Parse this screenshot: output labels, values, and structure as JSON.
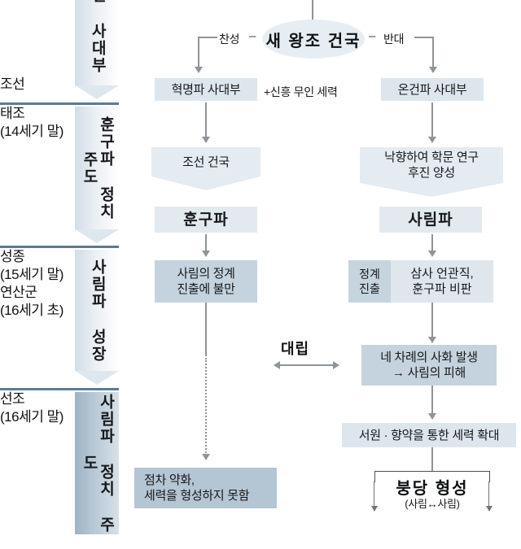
{
  "timeline": {
    "eras": [
      {
        "period_lines": [
          "조선"
        ],
        "arrow_label": "진 사대부",
        "tone": "light"
      },
      {
        "period_lines": [
          "태조",
          "(14세기 말)"
        ],
        "arrow_label": "훈구파 정치 주도",
        "tone": "light"
      },
      {
        "period_lines": [
          "성종",
          "(15세기 말)",
          "연산군",
          "(16세기 초)"
        ],
        "arrow_label": "사림파 성장",
        "tone": "light"
      },
      {
        "period_lines": [
          "선조",
          "(16세기 말)"
        ],
        "arrow_label": "사림파 정치 주도",
        "tone": "dark"
      }
    ]
  },
  "flow": {
    "root": {
      "label": "새 왕조 건국"
    },
    "branch_labels": {
      "left": "찬성",
      "right": "반대",
      "dash": "–"
    },
    "left_column": {
      "faction": "혁명파 사대부",
      "plus": "+신흥 무인 세력",
      "founding": "조선 건국",
      "group_header": "훈구파",
      "grievance": "사림의 정계\n진출에 불만",
      "grievance_line1": "사림의 정계",
      "grievance_line2": "진출에 불만",
      "outcome_line1": "점차 약화,",
      "outcome_line2": "세력을 형성하지 못함"
    },
    "right_column": {
      "faction": "온건파 사대부",
      "retreat_line1": "낙향하여 학문 연구",
      "retreat_line2": "후진 양성",
      "group_header": "사림파",
      "entry_label_line1": "정계",
      "entry_label_line2": "진출",
      "activity_line1": "삼사 언관직,",
      "activity_line2": "훈구파 비판",
      "purges_line1": "네 차례의 사화 발생",
      "purges_line2": "→ 사림의 피해",
      "expansion": "서원 · 향약을 통한 세력 확대",
      "final_title": "붕당 형성",
      "final_sub": "(사림↔사림)"
    },
    "conflict_label": "대립"
  },
  "colors": {
    "box_fill": "#dde6ed",
    "box_fill_pale": "#e6ecf1",
    "box_fill_dark": "#b4c5d3",
    "divider": "#5d7a93",
    "connector": "#8f9499",
    "text": "#16181a"
  }
}
